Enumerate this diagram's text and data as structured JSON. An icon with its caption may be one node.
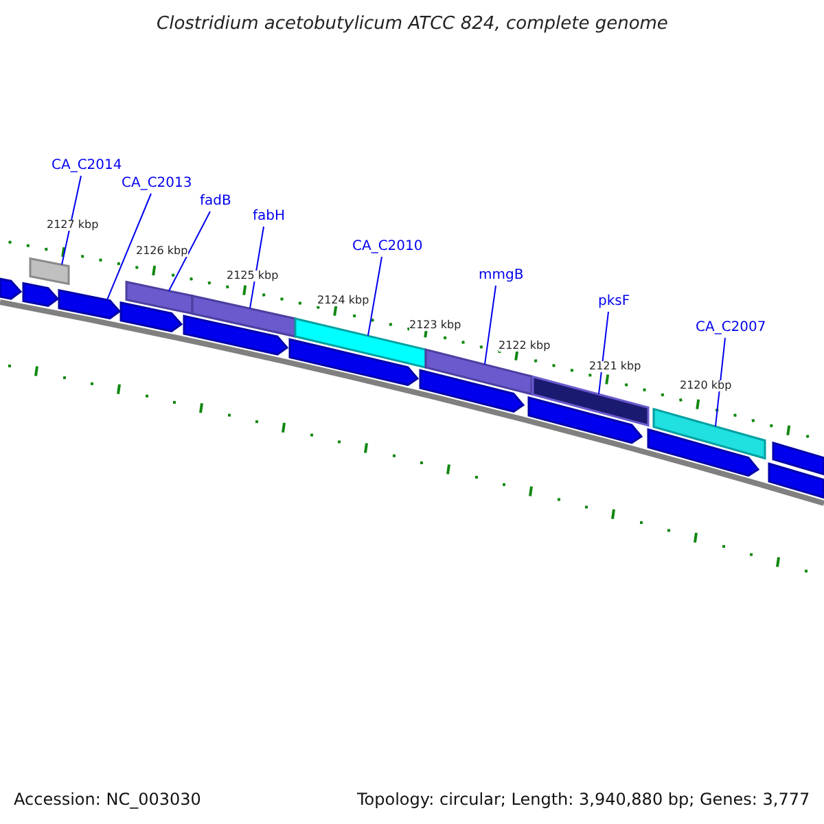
{
  "diagram": {
    "title": "Clostridium acetobutylicum ATCC 824, complete genome",
    "nodes": [
      {
        "text": [
          "CA_C2014"
        ]
      },
      {
        "text": [
          "CA_C2013"
        ]
      },
      {
        "text": [
          "fadB"
        ]
      },
      {
        "text": [
          "fabH"
        ]
      },
      {
        "text": [
          "CA_C2010"
        ]
      },
      {
        "text": [
          "mmgB"
        ]
      },
      {
        "text": [
          "pksF"
        ]
      },
      {
        "text": [
          "CA_C2007"
        ]
      },
      {
        "text": [],
        "shape": "bar"
      },
      {
        "text": [],
        "shape": "bar"
      },
      {
        "text": [],
        "shape": "bar"
      },
      {
        "text": [],
        "shape": "bar"
      },
      {
        "text": [],
        "shape": "bar"
      },
      {
        "text": [],
        "shape": "bar"
      },
      {
        "text": [],
        "shape": "bar"
      },
      {
        "text": [],
        "shape": "bar"
      },
      {
        "text": [],
        "shape": "bar"
      },
      {
        "text": [],
        "shape": "bar"
      },
      {
        "text": [],
        "shape": "bar"
      },
      {
        "text": [],
        "shape": "bar"
      },
      {
        "text": [],
        "shape": "bar"
      },
      {
        "text": [],
        "shape": "bar"
      },
      {
        "text": [],
        "shape": "bar"
      },
      {
        "text": [],
        "shape": "bar"
      },
      {
        "text": [],
        "shape": "bar"
      },
      {
        "text": [],
        "shape": "bar"
      }
    ],
    "edges": [
      {
        "from": 0,
        "to": 10,
        "arrow": "none"
      },
      {
        "from": 1,
        "to": 11,
        "arrow": "none"
      },
      {
        "from": 2,
        "to": 13,
        "arrow": "none"
      },
      {
        "from": 3,
        "to": 15,
        "arrow": "none"
      },
      {
        "from": 4,
        "to": 17,
        "arrow": "none"
      },
      {
        "from": 5,
        "to": 19,
        "arrow": "none"
      },
      {
        "from": 6,
        "to": 21,
        "arrow": "none"
      },
      {
        "from": 7,
        "to": 23,
        "arrow": "none"
      }
    ],
    "labels": [
      "2127 kbp",
      "2126 kbp",
      "2125 kbp",
      "2124 kbp",
      "2123 kbp",
      "2122 kbp",
      "2121 kbp",
      "2120 kbp",
      "Accession: NC_003030",
      "Topology: circular; Length: 3,940,880 bp; Genes: 3,777"
    ]
  }
}
